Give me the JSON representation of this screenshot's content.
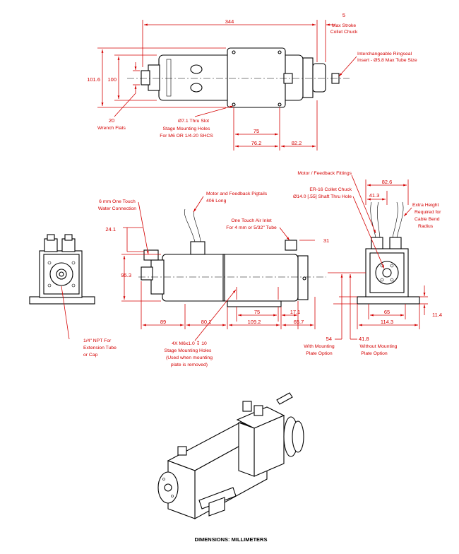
{
  "top_view": {
    "dim_344": "344",
    "dim_5": "5",
    "max_stroke_line1": "Max Stroke",
    "max_stroke_line2": "Collet Chuck",
    "ringseal_line1": "Interchangeable Ringseal",
    "ringseal_line2": "Insert - Ø5.8 Max Tube Size",
    "dim_101_6": "101.6",
    "dim_100": "100",
    "dim_20": "20",
    "wrench_flats": "Wrench Flats",
    "slot_line1": "Ø7.1 Thru Slot",
    "slot_line2": "Stage Mounting Holes",
    "slot_line3": "For M6 OR 1/4-20 SHCS",
    "dim_75": "75",
    "dim_76_2": "76.2",
    "dim_82_2": "82.2"
  },
  "side_view": {
    "water_line1": "6 mm One Touch",
    "water_line2": "Water Connection",
    "pigtails_line1": "Motor and Feedback Pigtails",
    "pigtails_line2": "406 Long",
    "airinlet_line1": "One Touch Air Inlet",
    "airinlet_line2": "For 4 mm or 5/32\" Tube",
    "dim_24_1": "24.1",
    "dim_31": "31",
    "dim_95_3": "95.3",
    "dim_75": "75",
    "dim_17_1": "17.1",
    "dim_89": "89",
    "dim_80_1": "80.1",
    "dim_109_2": "109.2",
    "dim_65_7": "65.7",
    "npt_line1": "1/4\" NPT For",
    "npt_line2": "Extension Tube",
    "npt_line3": "or Cap",
    "tapped_line1": "4X M6x1.0 ↧ 10",
    "tapped_line2": "Stage Mounting Holes",
    "tapped_line3": "(Used when mounting",
    "tapped_line4": "plate is removed)"
  },
  "end_view": {
    "fittings": "Motor / Feedback Fittings",
    "collet_line1": "ER-16 Collet Chuck",
    "collet_line2": "Ø14.0 [.55] Shaft Thru Hole",
    "dim_82_6": "82.6",
    "dim_41_3": "41.3",
    "extra_line1": "Extra Height",
    "extra_line2": "Required for",
    "extra_line3": "Cable Bend",
    "extra_line4": "Radius",
    "dim_65": "65",
    "dim_114_3": "114.3",
    "dim_11_4": "11.4",
    "dim_54": "54",
    "with_plate_line1": "With Mounting",
    "with_plate_line2": "Plate Option",
    "dim_41_8": "41.8",
    "without_plate_line1": "Without Mounting",
    "without_plate_line2": "Plate Option"
  },
  "footer": {
    "dimensions_note": "DIMENSIONS:  MILLIMETERS"
  },
  "colors": {
    "dimension": "#d40000",
    "part": "#000000",
    "background": "#ffffff"
  }
}
